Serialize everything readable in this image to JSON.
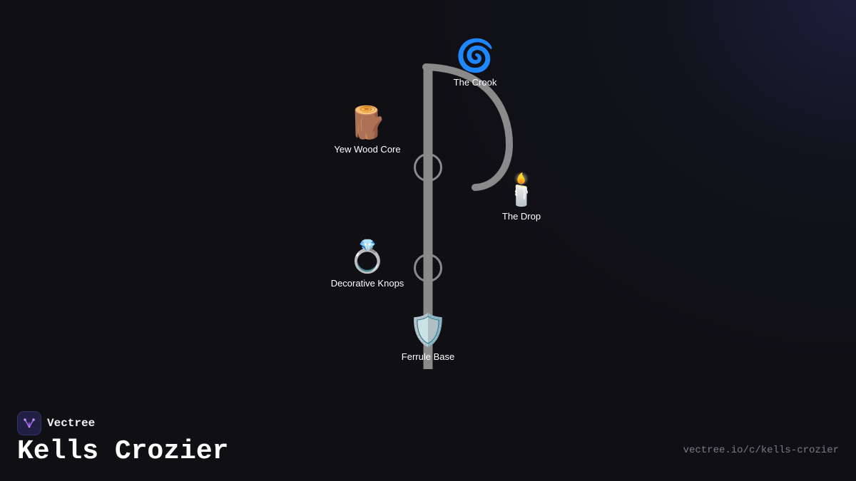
{
  "brand": {
    "name": "Vectree",
    "logo_color": "#a56cf0"
  },
  "title": "Kells Crozier",
  "url": "vectree.io/c/kells-crozier",
  "colors": {
    "background": "#0f0f14",
    "stroke": "#8a8a8a",
    "label": "#ffffff",
    "muted": "#7b7b86"
  },
  "nodes": [
    {
      "id": "crook",
      "label": "The Crook",
      "icon": "🌀",
      "icon_name": "cyclone-icon"
    },
    {
      "id": "yew",
      "label": "Yew Wood Core",
      "icon": "🪵",
      "icon_name": "wood-log-icon"
    },
    {
      "id": "drop",
      "label": "The Drop",
      "icon": "🕯️",
      "icon_name": "candle-icon"
    },
    {
      "id": "knops",
      "label": "Decorative Knops",
      "icon": "💍",
      "icon_name": "ring-icon"
    },
    {
      "id": "ferrule",
      "label": "Ferrule Base",
      "icon": "🛡️",
      "icon_name": "shield-icon"
    }
  ]
}
